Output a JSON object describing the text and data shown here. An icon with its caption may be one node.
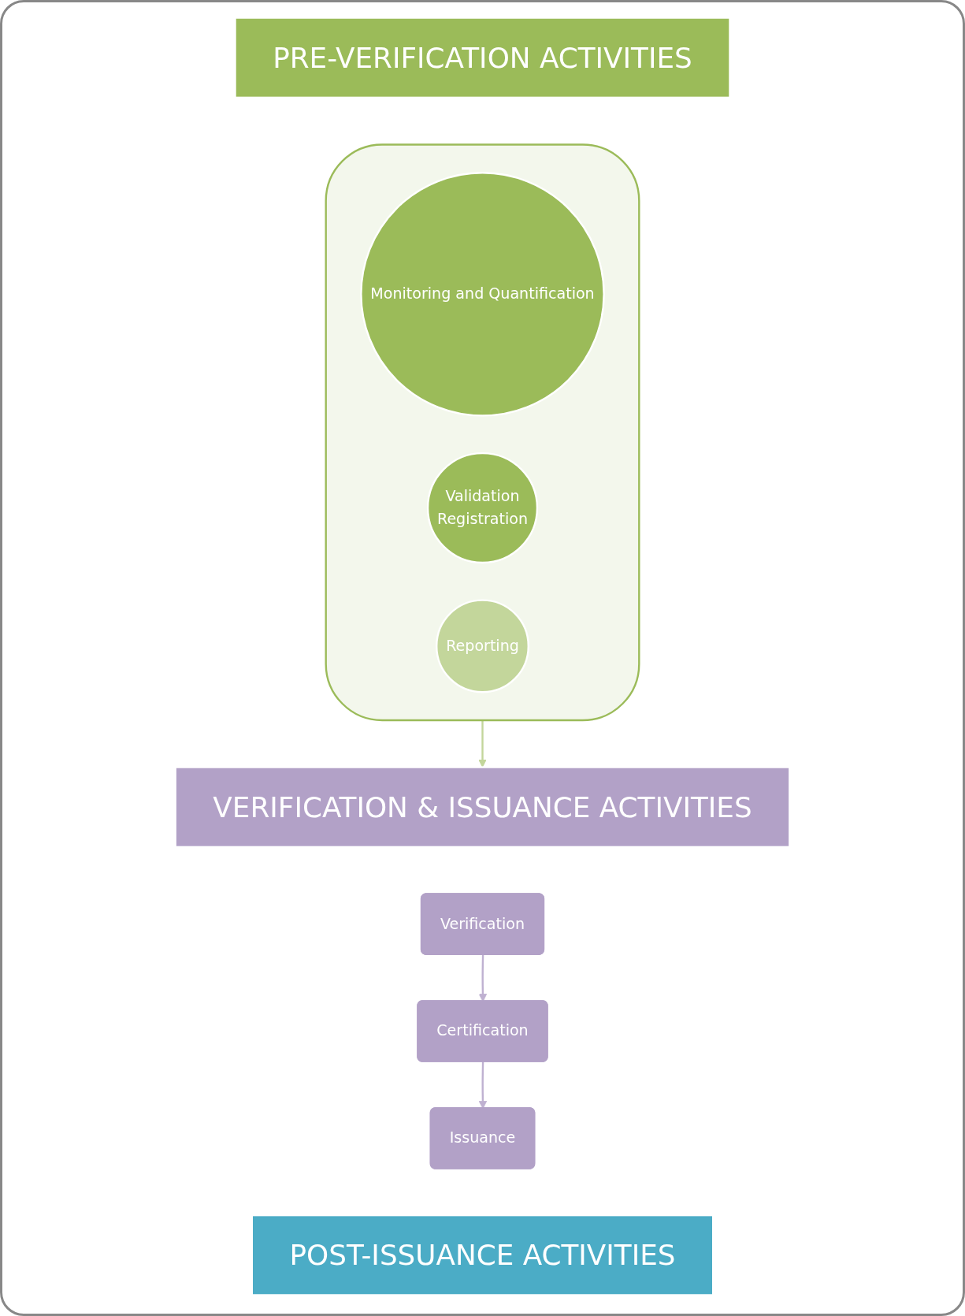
{
  "diagram": {
    "nodes": [
      {
        "text": [
          "PRE-VERIFICATION ACTIVITIES"
        ]
      },
      {
        "text": [],
        "shape": "funnel"
      },
      {
        "text": [
          "Monitoring and Quantification"
        ],
        "in": 1
      },
      {
        "text": [
          "Validation",
          "Registration"
        ],
        "in": 1
      },
      {
        "text": [
          "Reporting"
        ],
        "in": 1
      },
      {
        "text": [
          "VERIFICATION & ISSUANCE ACTIVITIES"
        ]
      },
      {
        "text": [
          "Verification"
        ]
      },
      {
        "text": [
          "Certification"
        ]
      },
      {
        "text": [
          "Issuance"
        ]
      },
      {
        "text": [
          "POST-ISSUANCE ACTIVITIES"
        ]
      }
    ],
    "edges": [
      {
        "from": 1,
        "to": 5,
        "arrow": "to",
        "color": "#c3d69b"
      },
      {
        "from": 6,
        "to": 7,
        "arrow": "to"
      },
      {
        "from": 7,
        "to": 8,
        "arrow": "to"
      }
    ]
  }
}
